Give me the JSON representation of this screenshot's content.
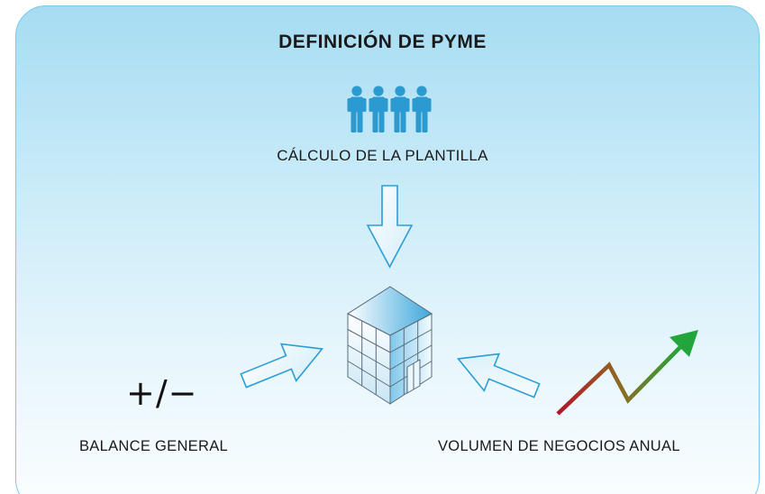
{
  "title": "DEFINICIÓN DE PYME",
  "staff": {
    "label": "CÁLCULO DE LA PLANTILLA",
    "icon": "people-icon",
    "people_count": 4
  },
  "balance": {
    "label": "BALANCE GENERAL",
    "symbol": "+/−"
  },
  "turnover": {
    "label": "VOLUMEN DE NEGOCIOS ANUAL",
    "icon": "trend-up-arrow-icon"
  },
  "center": {
    "icon": "building-icon"
  },
  "colors": {
    "accent": "#1a93c4",
    "people": "#2a9ad0",
    "arrow_stroke": "#2a9fd6",
    "trend_start": "#b5122a",
    "trend_end": "#22a53a",
    "border": "#7cc8e8"
  }
}
